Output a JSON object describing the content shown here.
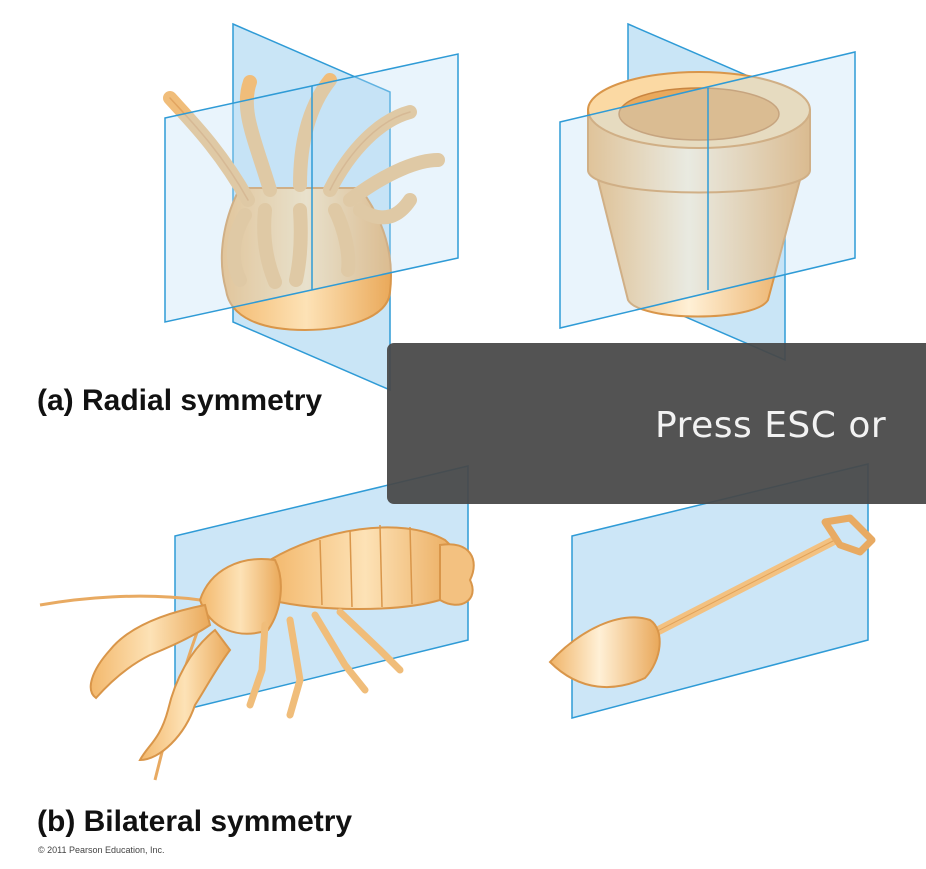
{
  "panels": {
    "radial": {
      "caption": "(a) Radial symmetry"
    },
    "bilateral": {
      "caption": "(b) Bilateral symmetry"
    }
  },
  "copyright": "© 2011 Pearson Education, Inc.",
  "overlay": {
    "message": "Press ESC or"
  },
  "colors": {
    "plane_fill": "#bfe0f5",
    "plane_edge": "#2f9bd6",
    "organism_fill": "#f7c98a",
    "organism_shadow": "#e3a45c",
    "overlay_bg": "#484848"
  },
  "icons": {
    "sea_anemone": "sea-anemone-illustration",
    "flower_pot": "flower-pot-illustration",
    "crayfish": "crayfish-illustration",
    "shovel": "shovel-illustration"
  }
}
